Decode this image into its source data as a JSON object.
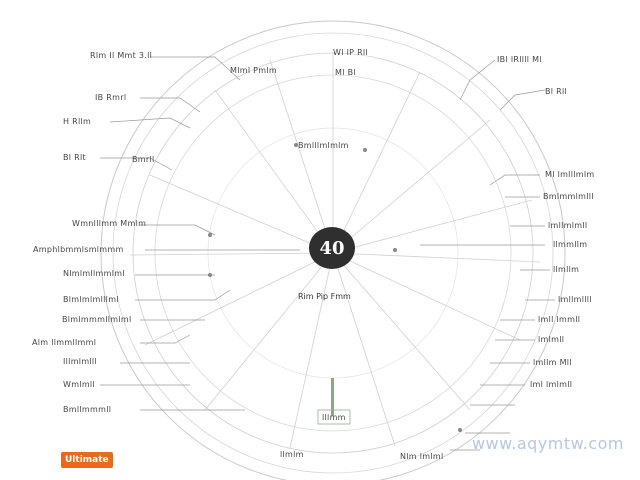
{
  "center": {
    "badge": "40",
    "caption": "Rim Pip Fmm"
  },
  "tag": "Ultimate",
  "watermark": "www.aqymtw.com",
  "labels": {
    "top_left_a": "Rlm Il Mmt 3.ll",
    "top_left_b": "IB Rmrl",
    "top_left_c": "H Rllm",
    "top_left_d": "Bl Rlt",
    "left_1": "Wmnlllmm Mmlm",
    "left_2": "Amphlbmmlsmlmmm",
    "left_3": "Nlmlmllmmlml",
    "left_4": "Blmlmlmlllml",
    "left_5": "Blmlmmmllmlml",
    "left_6": "Alm llmmllmml",
    "left_7": "Illmlmlll",
    "left_8": "Wmlmll",
    "left_9": "Bmllmmmll",
    "top_arc_1": "Mlml Pmlm",
    "top_arc_2": "Wl lP Rll",
    "top_arc_3": "Ml Bl",
    "top_right_a": "IBl lRllll Ml",
    "top_right_b": "Bl Rll",
    "right_1": "Ml lmlllmlm",
    "right_2": "Bmlmmlmlll",
    "right_3": "lmllmlmll",
    "right_4": "llmmllm",
    "right_5": "llmllm",
    "right_6": "lmllmllll",
    "right_7": "lmll lmmll",
    "right_8": "lmlmll",
    "right_9": "lmllm Mll",
    "right_10": "lml lmlmll",
    "inner_top": "Bmlllmlmlm",
    "inner_left": "Bmrll",
    "bottom_1": "llmlm",
    "bottom_2": "Nlm lmlml",
    "bottom_3": "lllmm"
  }
}
